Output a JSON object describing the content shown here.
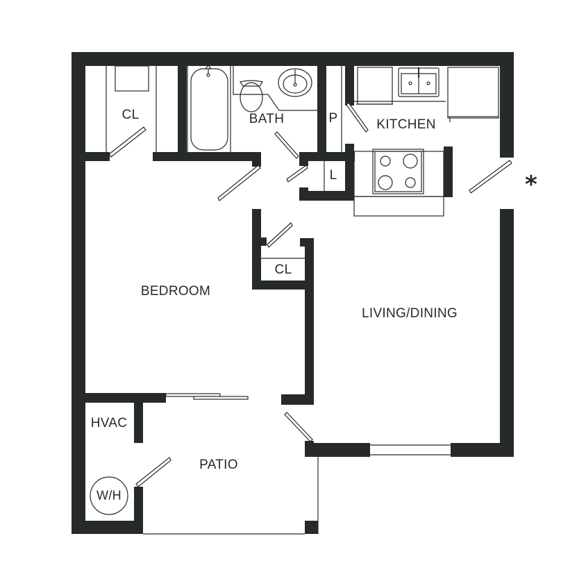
{
  "plan": {
    "type": "apartment floor plan",
    "wall_color": "#262a29",
    "rooms": [
      {
        "id": "closet-bedroom",
        "label": "CL"
      },
      {
        "id": "bath",
        "label": "BATH"
      },
      {
        "id": "pantry",
        "label": "P"
      },
      {
        "id": "kitchen",
        "label": "KITCHEN"
      },
      {
        "id": "linen",
        "label": "L"
      },
      {
        "id": "closet-living",
        "label": "CL"
      },
      {
        "id": "bedroom",
        "label": "BEDROOM"
      },
      {
        "id": "living-dining",
        "label": "LIVING/DINING"
      },
      {
        "id": "hvac",
        "label": "HVAC"
      },
      {
        "id": "patio",
        "label": "PATIO"
      },
      {
        "id": "water-heater",
        "label": "W/H"
      }
    ],
    "entry_marker": "*"
  }
}
